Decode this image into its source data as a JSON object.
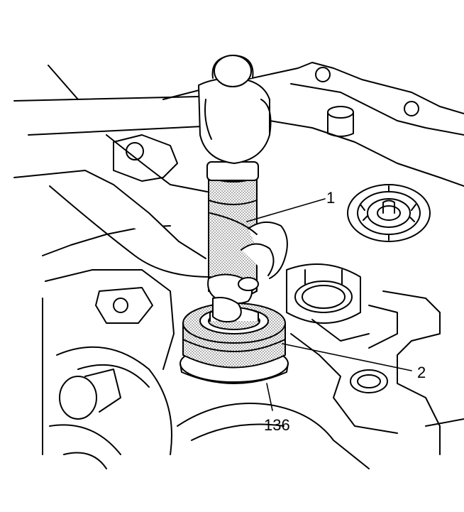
{
  "callouts": {
    "label_1": "1",
    "label_2": "2",
    "label_136": "136"
  },
  "colors": {
    "line": "#000000",
    "background": "#ffffff",
    "stipple": "#9a9a9a"
  }
}
